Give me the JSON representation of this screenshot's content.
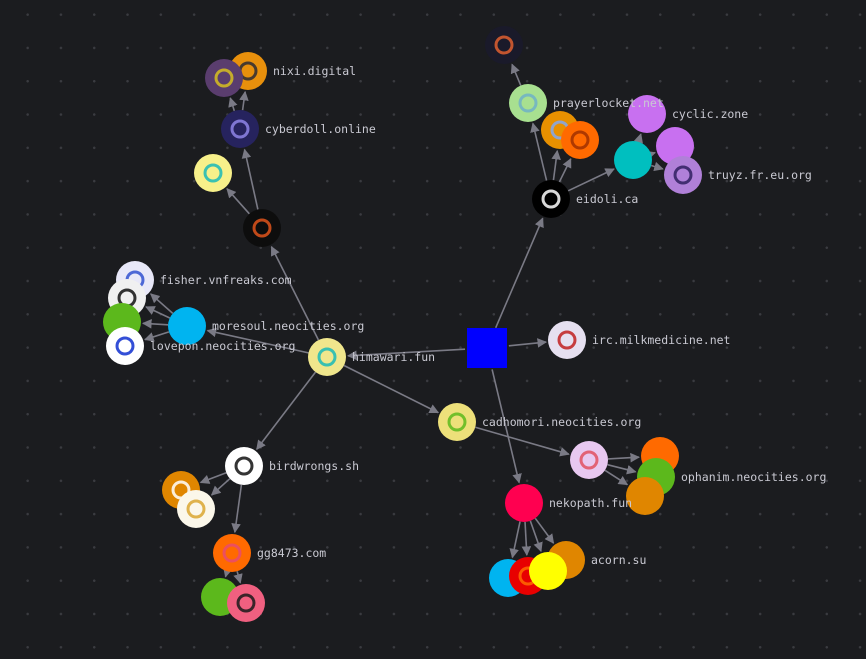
{
  "graph": {
    "edge_color": "#7a7a85",
    "nodes": [
      {
        "label": "",
        "color": "#0000ff",
        "shape": "square"
      },
      {
        "label": "himawari.fun",
        "color": "#f0e68c",
        "accent": "#19b8b8"
      },
      {
        "label": "",
        "color": "#0d0d0d",
        "accent": "#e0551c"
      },
      {
        "label": "",
        "color": "#f7f08a",
        "accent": "#19b8b8"
      },
      {
        "label": "cyberdoll.online",
        "color": "#26235e",
        "accent": "#8f85e8"
      },
      {
        "label": "nixi.digital",
        "color": "#e8900c",
        "accent": "#2b2b35"
      },
      {
        "label": "",
        "color": "#5a3d6e",
        "accent": "#d8c020"
      },
      {
        "label": "moresoul.neocities.org",
        "color": "#00b4f0"
      },
      {
        "label": "fisher.vnfreaks.com",
        "color": "#e8e8f8",
        "accent": "#3050d0"
      },
      {
        "label": "",
        "color": "#f0f0f0",
        "accent": "#111111"
      },
      {
        "label": "",
        "color": "#5cb81c"
      },
      {
        "label": "lovepon.neocities.org",
        "color": "#ffffff",
        "accent": "#1030d0"
      },
      {
        "label": "birdwrongs.sh",
        "color": "#ffffff",
        "accent": "#111111"
      },
      {
        "label": "",
        "color": "#e08600",
        "accent": "#ffffff"
      },
      {
        "label": "",
        "color": "#fbf7ea",
        "accent": "#d9a630"
      },
      {
        "label": "gg8473.com",
        "color": "#ff6a00",
        "accent": "#e84a70"
      },
      {
        "label": "",
        "color": "#5cb81c"
      },
      {
        "label": "",
        "color": "#f06080",
        "accent": "#1a1a1a"
      },
      {
        "label": "cadhomori.neocities.org",
        "color": "#ede07a",
        "accent": "#5cb81c"
      },
      {
        "label": "",
        "color": "#e8c8f0",
        "accent": "#e05060"
      },
      {
        "label": "",
        "color": "#ff6a00"
      },
      {
        "label": "ophanim.neocities.org",
        "color": "#5cb81c"
      },
      {
        "label": "",
        "color": "#e08600"
      },
      {
        "label": "nekopath.fun",
        "color": "#ff0050"
      },
      {
        "label": "",
        "color": "#00b4f0"
      },
      {
        "label": "",
        "color": "#e80000",
        "accent": "#ff6a00"
      },
      {
        "label": "acorn.su",
        "color": "#e08600"
      },
      {
        "label": "",
        "color": "#ffff00"
      },
      {
        "label": "irc.milkmedicine.net",
        "color": "#e6e0f0",
        "accent": "#c02020"
      },
      {
        "label": "eidoli.ca",
        "color": "#000000",
        "accent": "#ffffff"
      },
      {
        "label": "prayerlocket.net",
        "color": "#a8e090",
        "accent": "#6fb0c8"
      },
      {
        "label": "",
        "color": "#1a1a2a",
        "accent": "#e06030"
      },
      {
        "label": "",
        "color": "#e89000",
        "accent": "#80a8f0"
      },
      {
        "label": "",
        "color": "#ff6a00",
        "accent": "#a03000"
      },
      {
        "label": "",
        "color": "#00bfbf"
      },
      {
        "label": "cyclic.zone",
        "color": "#c870f0"
      },
      {
        "label": "",
        "color": "#c870f0"
      },
      {
        "label": "truyz.fr.eu.org",
        "color": "#b080d8",
        "accent": "#302060"
      }
    ],
    "edges": [
      [
        0,
        1
      ],
      [
        0,
        29
      ],
      [
        0,
        28
      ],
      [
        0,
        23
      ],
      [
        1,
        2
      ],
      [
        1,
        7
      ],
      [
        1,
        12
      ],
      [
        1,
        18
      ],
      [
        2,
        3
      ],
      [
        2,
        4
      ],
      [
        4,
        5
      ],
      [
        4,
        6
      ],
      [
        7,
        8
      ],
      [
        7,
        9
      ],
      [
        7,
        10
      ],
      [
        7,
        11
      ],
      [
        12,
        13
      ],
      [
        12,
        14
      ],
      [
        12,
        15
      ],
      [
        15,
        16
      ],
      [
        15,
        17
      ],
      [
        18,
        19
      ],
      [
        19,
        20
      ],
      [
        19,
        21
      ],
      [
        19,
        22
      ],
      [
        23,
        24
      ],
      [
        23,
        25
      ],
      [
        23,
        27
      ],
      [
        23,
        26
      ],
      [
        29,
        30
      ],
      [
        29,
        32
      ],
      [
        29,
        33
      ],
      [
        29,
        34
      ],
      [
        30,
        31
      ],
      [
        34,
        35
      ],
      [
        34,
        36
      ],
      [
        34,
        37
      ]
    ]
  }
}
